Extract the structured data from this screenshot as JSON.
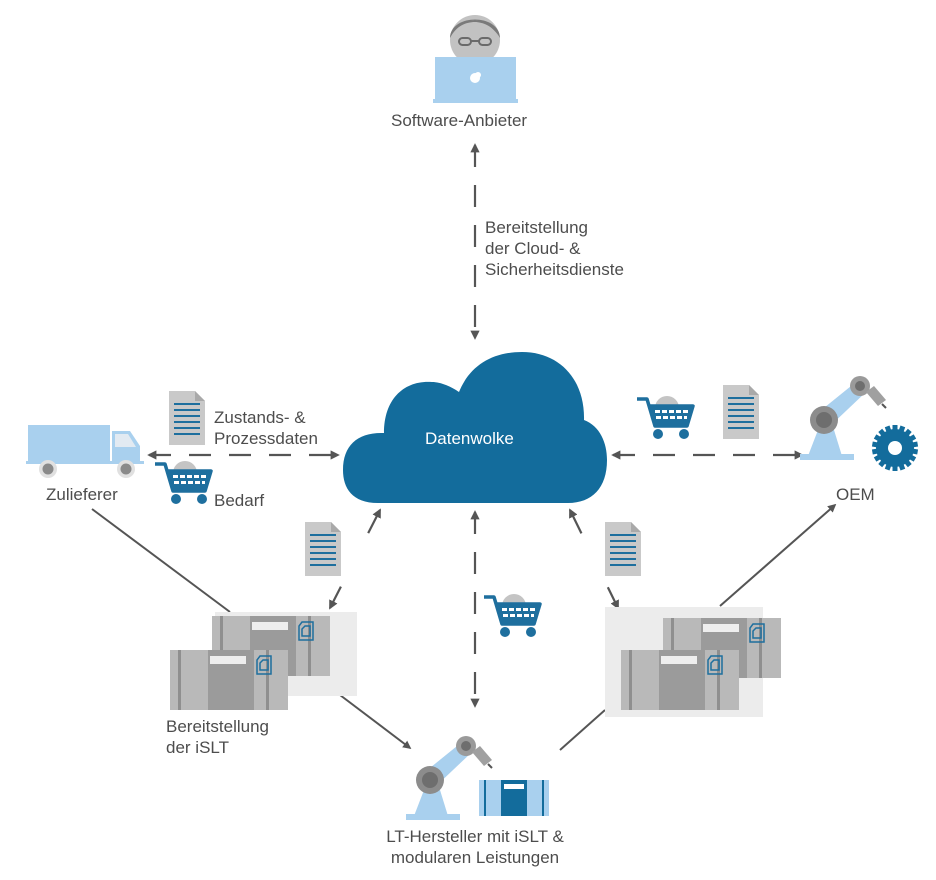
{
  "colors": {
    "brand_blue": "#136c9c",
    "light_blue": "#a9d0ee",
    "gray_dark": "#8c8c8c",
    "gray_mid": "#a5a5a5",
    "gray_light": "#c3c3c3",
    "arrow": "#555555",
    "text": "#4d4d4d"
  },
  "nodes": {
    "software_provider": {
      "label": "Software-Anbieter",
      "icon": "person-laptop-icon"
    },
    "cloud": {
      "label": "Datenwolke",
      "icon": "cloud-icon"
    },
    "supplier": {
      "label": "Zulieferer",
      "icon": "truck-icon"
    },
    "oem": {
      "label": "OEM",
      "icon": "robot-arm-gear-icon"
    },
    "islt_provision": {
      "line1": "Bereitstellung",
      "line2": "der iSLT",
      "icon": "container-icon"
    },
    "lt_manufacturer": {
      "line1": "LT-Hersteller mit iSLT &",
      "line2": "modularen Leistungen",
      "icon": "robot-arm-container-icon"
    },
    "oem_containers": {
      "icon": "container-icon"
    }
  },
  "edges": {
    "cloud_services": {
      "line1": "Bereitstellung",
      "line2": "der Cloud- &",
      "line3": "Sicherheitsdienste"
    },
    "state_process_data": {
      "line1": "Zustands- &",
      "line2": "Prozessdaten",
      "icon": "document-icon"
    },
    "demand": {
      "label": "Bedarf",
      "icon": "shopping-cart-icon"
    }
  }
}
